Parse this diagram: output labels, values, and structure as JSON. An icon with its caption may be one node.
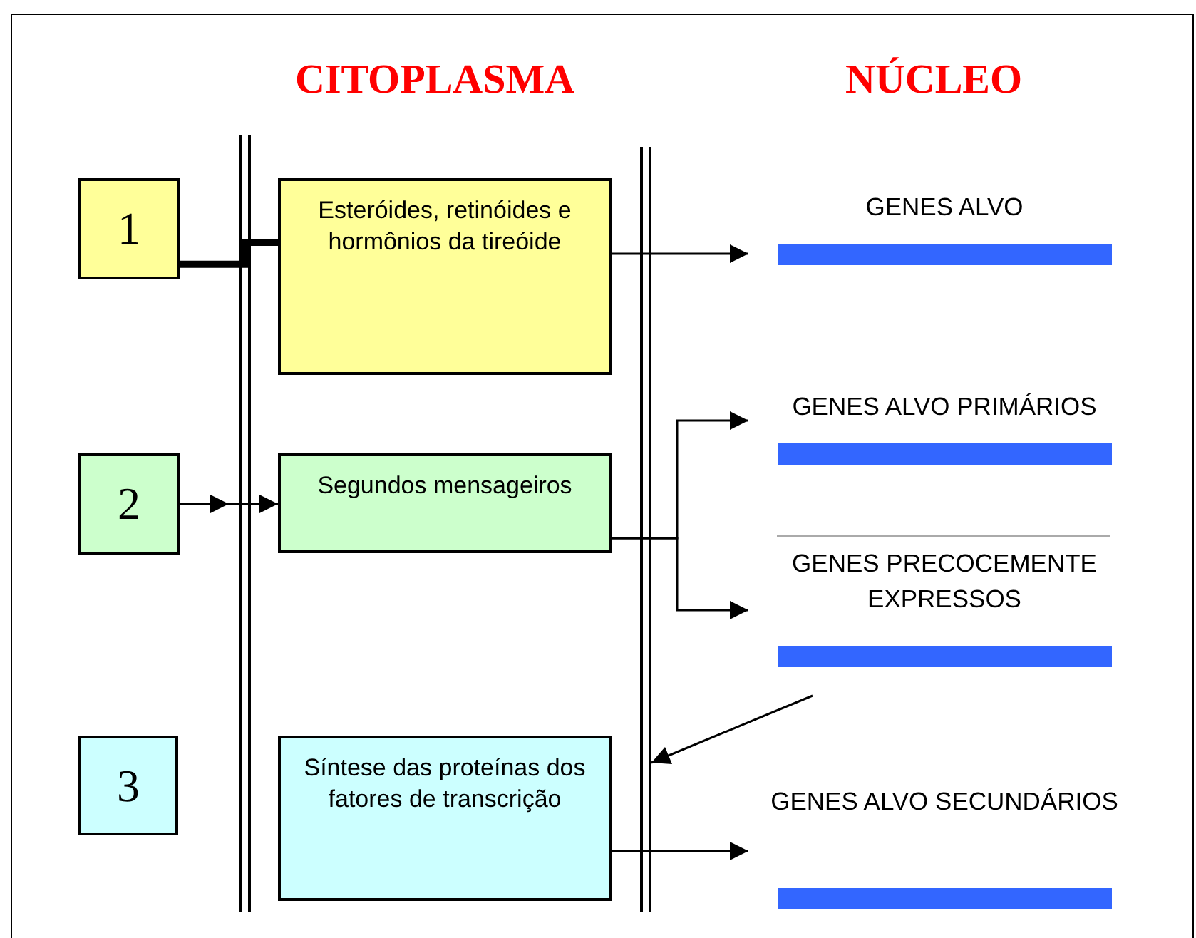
{
  "diagram": {
    "nodes": [
      {
        "text": [
          "1"
        ]
      },
      {
        "text": [
          "Esteróides, retinóides e hormônios da tireóide"
        ]
      },
      {
        "text": [
          "2"
        ]
      },
      {
        "text": [
          "Segundos mensageiros"
        ]
      },
      {
        "text": [
          "3"
        ]
      },
      {
        "text": [
          "Síntese das proteínas dos fatores de transcrição"
        ]
      },
      {
        "text": [
          "GENES ALVO"
        ]
      },
      {
        "text": [
          "GENES ALVO PRIMÁRIOS"
        ]
      },
      {
        "text": [
          "GENES PRECOCEMENTE EXPRESSOS"
        ]
      },
      {
        "text": [
          "GENES ALVO SECUNDÁRIOS"
        ]
      }
    ],
    "edges": [
      {
        "from": 0,
        "to": 1,
        "arrow": "none",
        "style": "thick"
      },
      {
        "from": 1,
        "to": 6,
        "arrow": "to"
      },
      {
        "from": 2,
        "to": 3,
        "arrow": "to"
      },
      {
        "from": 3,
        "to": 7,
        "arrow": "to"
      },
      {
        "from": 3,
        "to": 8,
        "arrow": "to"
      },
      {
        "from": 5,
        "to": 9,
        "arrow": "to"
      },
      {
        "from": 8,
        "to": null,
        "arrow": "to"
      }
    ],
    "labels": [
      "CITOPLASMA",
      "NÚCLEO"
    ]
  }
}
